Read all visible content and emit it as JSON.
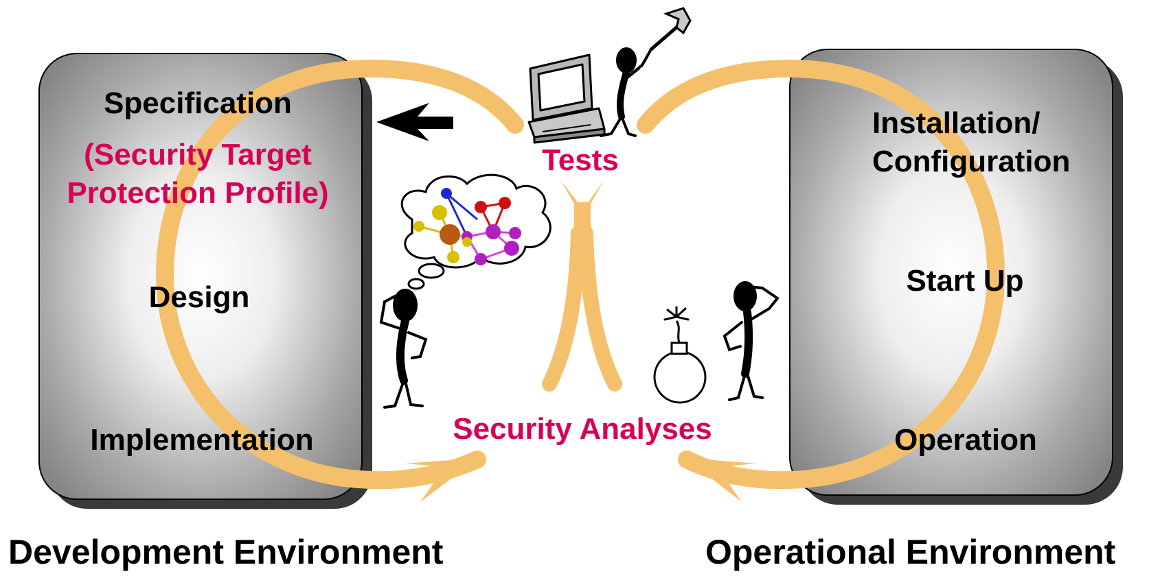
{
  "development": {
    "steps": [
      "Specification",
      "(Security Target",
      "Protection Profile)",
      "Design",
      "Implementation"
    ],
    "caption": "Development Environment"
  },
  "operational": {
    "steps": [
      "Installation/",
      "Configuration",
      "Start Up",
      "Operation"
    ],
    "caption": "Operational Environment"
  },
  "center": {
    "tests": "Tests",
    "analyses": "Security Analyses"
  },
  "colors": {
    "accent_pink": "#d80055",
    "loop_orange": "#f5c06b",
    "box_gray": "#8a8a8a",
    "text": "#000000"
  },
  "icons": [
    "computer-icon",
    "hammer-figure-icon",
    "thinking-figure-icon",
    "molecule-thought-icon",
    "bomb-icon",
    "puzzled-figure-icon",
    "back-arrow-icon"
  ]
}
